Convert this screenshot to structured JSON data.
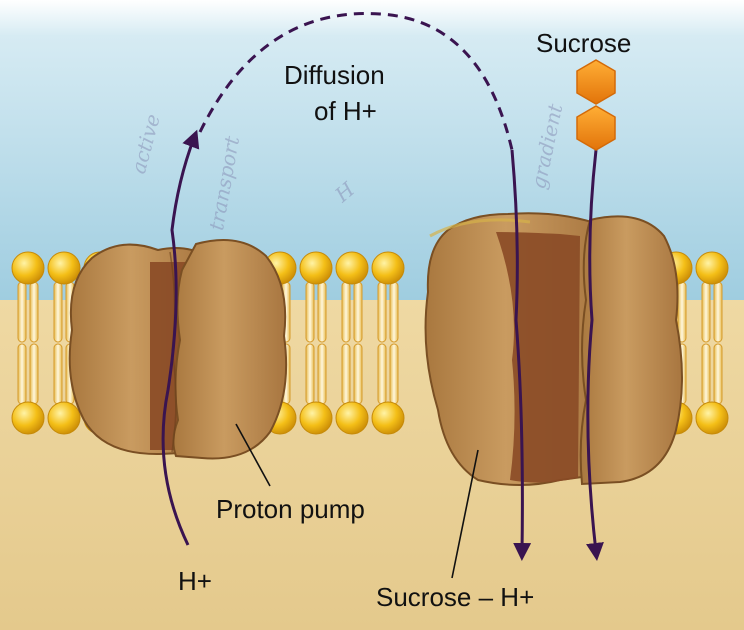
{
  "labels": {
    "sucrose": "Sucrose",
    "diffusion_line1": "Diffusion",
    "diffusion_line2": "of H+",
    "proton_pump": "Proton pump",
    "h_plus": "H+",
    "sucrose_h_plus": "Sucrose – H+"
  },
  "handwriting": {
    "active": "active",
    "transport": "transport",
    "h_mark": "H",
    "gradient": "gradient"
  },
  "colors": {
    "extracellular": "#b9dbe9",
    "cytoplasm": "#e6cf95",
    "protein": "#b88b52",
    "protein_channel": "#8a4a26",
    "lipid_head": "#f2b80f",
    "lipid_tail": "#f6e6ae",
    "arrow": "#3a1450",
    "sucrose_hexagon": "#f08a0e"
  }
}
